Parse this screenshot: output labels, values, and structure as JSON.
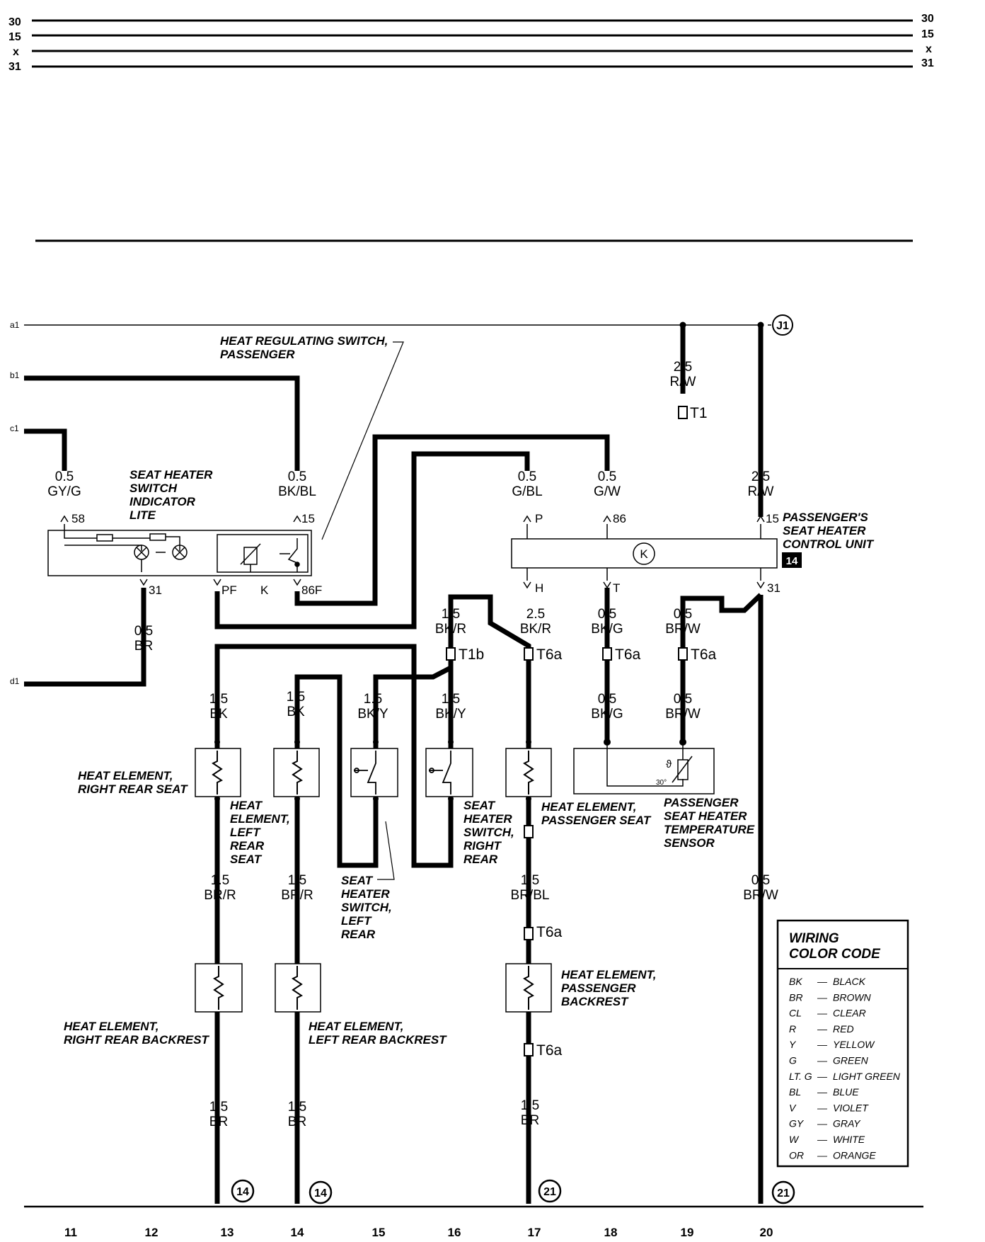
{
  "bus": {
    "l30": "30",
    "l15": "15",
    "lx": "x",
    "l31": "31"
  },
  "inputs": {
    "a1": "a1",
    "b1": "b1",
    "c1": "c1",
    "d1": "d1"
  },
  "refs": {
    "j1": "J1"
  },
  "wires": {
    "rw_top_gauge": "2.5",
    "rw_top_color": "R/W",
    "c1_gauge": "0.5",
    "c1_color": "GY/G",
    "b1_gauge": "0.5",
    "b1_color": "BK/BL",
    "gbl_gauge": "0.5",
    "gbl_color": "G/BL",
    "gw_gauge": "0.5",
    "gw_color": "G/W",
    "rw_gauge": "2.5",
    "rw_color": "R/W",
    "br31_gauge": "0.5",
    "br31_color": "BR",
    "bkr1_gauge": "1.5",
    "bkr1_color": "BK/R",
    "bkr2_gauge": "2.5",
    "bkr2_color": "BK/R",
    "bkg_gauge": "0.5",
    "bkg_color": "BK/G",
    "brw_gauge": "0.5",
    "brw_color": "BR/W",
    "bk13_gauge": "1.5",
    "bk13_color": "BK",
    "bk14_gauge": "1.5",
    "bk14_color": "BK",
    "bky15_gauge": "1.5",
    "bky15_color": "BK/Y",
    "bky16_gauge": "1.5",
    "bky16_color": "BK/Y",
    "bkg2_gauge": "0.5",
    "bkg2_color": "BK/G",
    "brw2_gauge": "0.5",
    "brw2_color": "BR/W",
    "brr13_gauge": "1.5",
    "brr13_color": "BR/R",
    "brr14_gauge": "1.5",
    "brr14_color": "BR/R",
    "brbl_gauge": "1.5",
    "brbl_color": "BR/BL",
    "brw20_gauge": "0.5",
    "brw20_color": "BR/W",
    "br13_gauge": "1.5",
    "br13_color": "BR",
    "br14_gauge": "1.5",
    "br14_color": "BR",
    "br17_gauge": "1.5",
    "br17_color": "BR"
  },
  "connectors": {
    "t1": "T1",
    "t1b": "T1b",
    "t6a": "T6a"
  },
  "pins": {
    "p58": "58",
    "p15a": "15",
    "p31a": "31",
    "pPF": "PF",
    "pK": "K",
    "p86F": "86F",
    "pP": "P",
    "p86": "86",
    "p15b": "15",
    "pH": "H",
    "pT": "T",
    "p31b": "31"
  },
  "components": {
    "heat_reg_switch": [
      "HEAT REGULATING SWITCH,",
      "PASSENGER"
    ],
    "seat_heater_lite": [
      "SEAT HEATER",
      "SWITCH",
      "INDICATOR",
      "LITE"
    ],
    "control_unit": [
      "PASSENGER'S",
      "SEAT HEATER",
      "CONTROL UNIT"
    ],
    "control_unit_ref": "14",
    "control_unit_symbol": "K",
    "sensor_symbol": "ϑ",
    "sensor_temp": "30°",
    "he_right_rear_seat": [
      "HEAT ELEMENT,",
      "RIGHT REAR SEAT"
    ],
    "he_left_rear_seat": [
      "HEAT",
      "ELEMENT,",
      "LEFT",
      "REAR",
      "SEAT"
    ],
    "sw_right_rear": [
      "SEAT",
      "HEATER",
      "SWITCH,",
      "RIGHT",
      "REAR"
    ],
    "he_passenger_seat": [
      "HEAT ELEMENT,",
      "PASSENGER SEAT"
    ],
    "temp_sensor": [
      "PASSENGER",
      "SEAT HEATER",
      "TEMPERATURE",
      "SENSOR"
    ],
    "sw_left_rear": [
      "SEAT",
      "HEATER",
      "SWITCH,",
      "LEFT",
      "REAR"
    ],
    "he_passenger_backrest": [
      "HEAT ELEMENT,",
      "PASSENGER",
      "BACKREST"
    ],
    "he_right_rear_backrest": [
      "HEAT ELEMENT,",
      "RIGHT REAR BACKREST"
    ],
    "he_left_rear_backrest": [
      "HEAT ELEMENT,",
      "LEFT REAR BACKREST"
    ]
  },
  "ground_refs": {
    "g13": "14",
    "g14": "14",
    "g17": "21",
    "g20": "21"
  },
  "legend": {
    "title": [
      "WIRING",
      "COLOR CODE"
    ],
    "rows": [
      {
        "code": "BK",
        "name": "BLACK"
      },
      {
        "code": "BR",
        "name": "BROWN"
      },
      {
        "code": "CL",
        "name": "CLEAR"
      },
      {
        "code": "R",
        "name": "RED"
      },
      {
        "code": "Y",
        "name": "YELLOW"
      },
      {
        "code": "G",
        "name": "GREEN"
      },
      {
        "code": "LT. G",
        "name": "LIGHT GREEN"
      },
      {
        "code": "BL",
        "name": "BLUE"
      },
      {
        "code": "V",
        "name": "VIOLET"
      },
      {
        "code": "GY",
        "name": "GRAY"
      },
      {
        "code": "W",
        "name": "WHITE"
      },
      {
        "code": "OR",
        "name": "ORANGE"
      }
    ]
  },
  "columns": [
    "11",
    "12",
    "13",
    "14",
    "15",
    "16",
    "17",
    "18",
    "19",
    "20"
  ]
}
